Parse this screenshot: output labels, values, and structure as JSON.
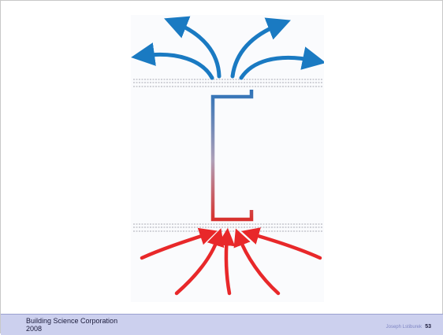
{
  "footer": {
    "organization": "Building Science Corporation",
    "year": "2008",
    "author": "Joseph Lstiburek",
    "page_number": "53"
  },
  "colors": {
    "warm_flow": "#e8282a",
    "cool_flow": "#1a7ac2",
    "footer_background": "#ccd0ee"
  }
}
